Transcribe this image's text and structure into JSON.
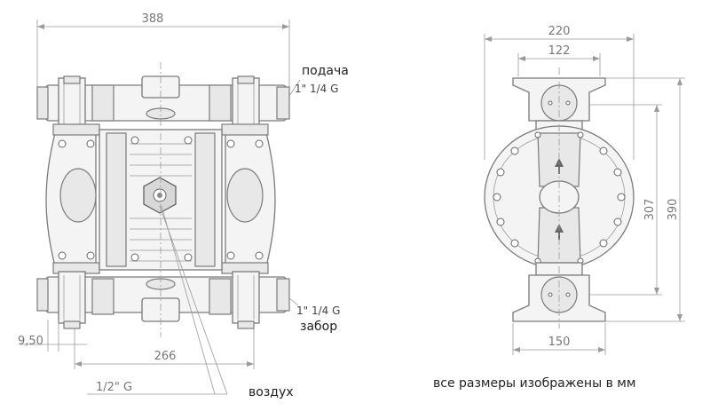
{
  "front_view": {
    "width_dim": "388",
    "outlet_label": "подача",
    "outlet_thread": "1\" 1/4 G",
    "inlet_thread": "1\" 1/4 G",
    "inlet_label": "забор",
    "offset_dim": "9,50",
    "mount_dim": "266",
    "air_thread": "1/2\" G",
    "air_label": "воздух"
  },
  "side_view": {
    "top_width_dim": "220",
    "flange_dim": "122",
    "height_inner_dim": "307",
    "height_dim": "390",
    "base_dim": "150"
  },
  "note": "все размеры изображены в мм"
}
